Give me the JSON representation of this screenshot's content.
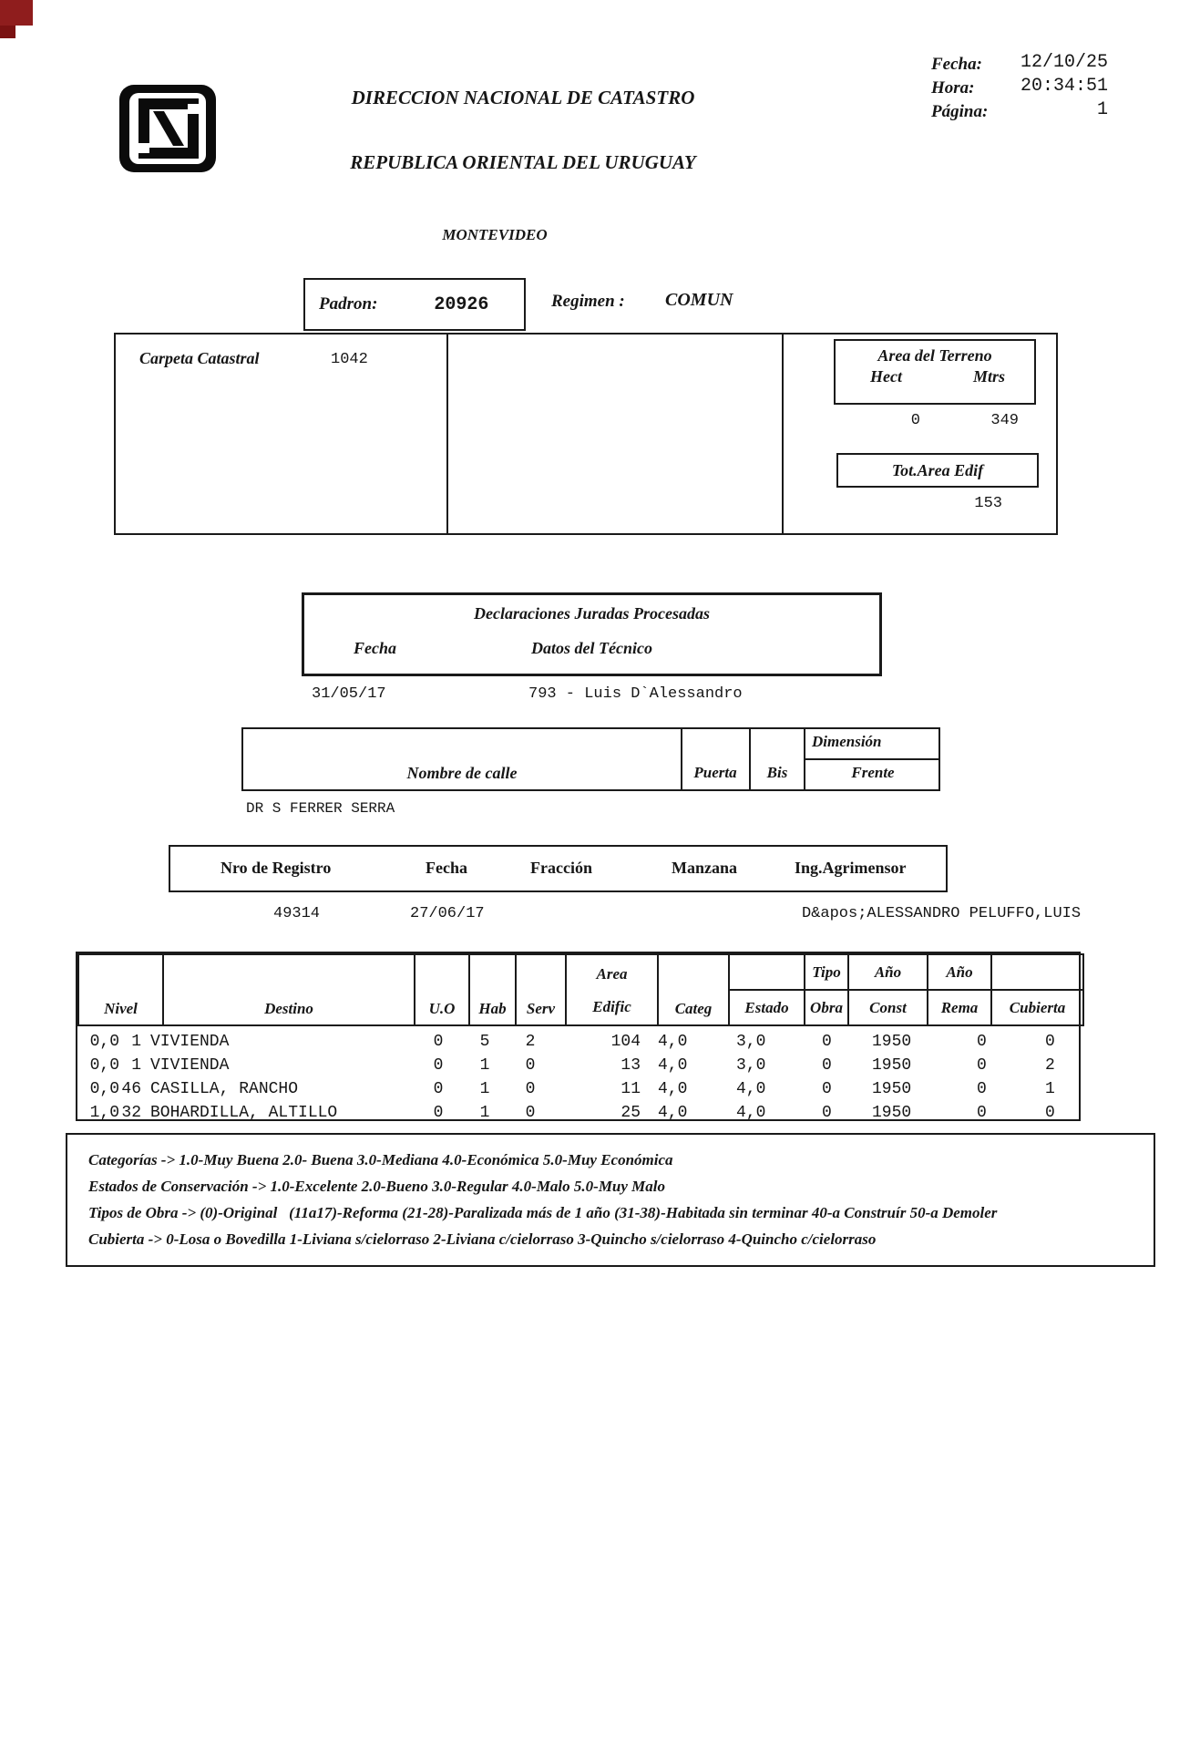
{
  "meta": {
    "fecha_label": "Fecha:",
    "fecha_value": "12/10/25",
    "hora_label": "Hora:",
    "hora_value": "20:34:51",
    "pagina_label": "Página:",
    "pagina_value": "1"
  },
  "header": {
    "org": "DIRECCION NACIONAL DE CATASTRO",
    "country": "REPUBLICA ORIENTAL DEL URUGUAY",
    "department": "MONTEVIDEO"
  },
  "padron": {
    "label": "Padron:",
    "value": "20926",
    "regimen_label": "Regimen :",
    "regimen_value": "COMUN"
  },
  "carpeta": {
    "label": "Carpeta Catastral",
    "value": "1042"
  },
  "terreno": {
    "title": "Area del Terreno",
    "hect_label": "Hect",
    "mtrs_label": "Mtrs",
    "hect_value": "0",
    "mtrs_value": "349",
    "tot_area_label": "Tot.Area Edif",
    "tot_area_value": "153"
  },
  "declaraciones": {
    "title": "Declaraciones Juradas Procesadas",
    "fecha_label": "Fecha",
    "tecnico_label": "Datos del Técnico",
    "fecha_value": "31/05/17",
    "tecnico_value": "793 - Luis D`Alessandro"
  },
  "calle": {
    "nombre_label": "Nombre de calle",
    "puerta_label": "Puerta",
    "bis_label": "Bis",
    "dimension_label": "Dimensión",
    "frente_label": "Frente",
    "nombre_value": "DR S FERRER SERRA"
  },
  "registro": {
    "headers": [
      "Nro de Registro",
      "Fecha",
      "Fracción",
      "Manzana",
      "Ing.Agrimensor"
    ],
    "nro_value": "49314",
    "fecha_value": "27/06/17",
    "agrimensor_value": "D&apos;ALESSANDRO PELUFFO,LUIS"
  },
  "construcciones": {
    "headers": {
      "nivel": "Nivel",
      "destino": "Destino",
      "uo": "U.O",
      "hab": "Hab",
      "serv": "Serv",
      "area": "Area",
      "edific": "Edific",
      "categ": "Categ",
      "estado": "Estado",
      "tipo": "Tipo",
      "obra": "Obra",
      "ano_const_top": "Año",
      "const": "Const",
      "ano_rema_top": "Año",
      "rema": "Rema",
      "cubierta": "Cubierta"
    },
    "rows": [
      {
        "nivel": "0,0",
        "destino_num": "1",
        "destino": "VIVIENDA",
        "uo": "0",
        "hab": "5",
        "serv": "2",
        "area": "104",
        "categ": "4,0",
        "estado": "3,0",
        "tipo_obra": "0",
        "ano_const": "1950",
        "ano_rema": "0",
        "cubierta": "0"
      },
      {
        "nivel": "0,0",
        "destino_num": "1",
        "destino": "VIVIENDA",
        "uo": "0",
        "hab": "1",
        "serv": "0",
        "area": "13",
        "categ": "4,0",
        "estado": "3,0",
        "tipo_obra": "0",
        "ano_const": "1950",
        "ano_rema": "0",
        "cubierta": "2"
      },
      {
        "nivel": "0,0",
        "destino_num": "46",
        "destino": "CASILLA, RANCHO",
        "uo": "0",
        "hab": "1",
        "serv": "0",
        "area": "11",
        "categ": "4,0",
        "estado": "4,0",
        "tipo_obra": "0",
        "ano_const": "1950",
        "ano_rema": "0",
        "cubierta": "1"
      },
      {
        "nivel": "1,0",
        "destino_num": "32",
        "destino": "BOHARDILLA, ALTILLO",
        "uo": "0",
        "hab": "1",
        "serv": "0",
        "area": "25",
        "categ": "4,0",
        "estado": "4,0",
        "tipo_obra": "0",
        "ano_const": "1950",
        "ano_rema": "0",
        "cubierta": "0"
      }
    ]
  },
  "notes": {
    "lines": [
      "Categorías -> 1.0-Muy Buena 2.0- Buena 3.0-Mediana 4.0-Económica 5.0-Muy Económica",
      "Estados de Conservación -> 1.0-Excelente 2.0-Bueno 3.0-Regular 4.0-Malo 5.0-Muy Malo",
      "Tipos de Obra -> (0)-Original   (11a17)-Reforma (21-28)-Paralizada más de 1 año (31-38)-Habitada sin terminar 40-a Construír 50-a Demoler",
      "Cubierta -> 0-Losa o Bovedilla 1-Liviana s/cielorraso 2-Liviana c/cielorraso 3-Quincho s/cielorraso 4-Quincho c/cielorraso"
    ]
  },
  "colors": {
    "ink": "#1a1a1a",
    "scan_mark_red": "#8f1d1d"
  }
}
